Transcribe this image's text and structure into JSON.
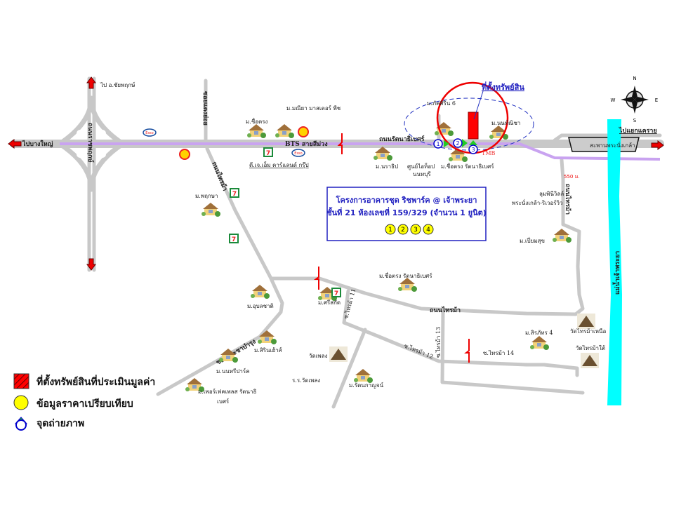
{
  "colors": {
    "road": "#c8c8c8",
    "bts_line": "#c9a3f0",
    "river": "#00ffff",
    "subject": "#ff0000",
    "info_box": "#2020c0",
    "comparable": "#ffff00",
    "photo_point": "#0000cc"
  },
  "directions": {
    "north_road": "ไป อ.ชัยพฤกษ์",
    "west": "ไปบางใหญ่",
    "east": "ไปแยกแคราย"
  },
  "roads": {
    "ratchaphruek": "ถนนราชพฤกษ์",
    "soi_daeng": "ซอยแดงย่อย",
    "bts": "BTS สายสีม่วง",
    "rattanathibet": "ถนนรัตนาธิเบศร์",
    "bridge": "สะพานพระนั่งเกล้า",
    "sai_ma_west": "ถนนไทรม้า",
    "sai_ma_east": "ถนนไทรม้า",
    "sai_ma_south": "ถนนไทรม้า",
    "soi_11": "ซ.ไทรม้า 11",
    "soi_12": "ซ.ไทรม้า 12",
    "soi_13": "ซ.ไทรม้า 13",
    "soi_14": "ซ.ไทรม้า 14",
    "soi_pracha": "ซอยประชาบำรุง",
    "distance": "550 ม."
  },
  "river": "แม่น้ำเจ้าพระยา",
  "landmarks": {
    "chue_trong_1": "ม.ชื่อตรง",
    "maneeya": "ม.มณียา มาสเตอร์ พีช",
    "djm": "ดี.เจ.เอ็ม คาร์แลนด์ กรุ๊ป",
    "phaksiri": "ม.ภัคศิริน 6",
    "non_nicha": "ม.นนท์ณิชา",
    "narathip": "ม.นราธิป",
    "it_top_1": "ศูนย์ไอท็อป",
    "it_top_2": "นนทบุรี",
    "chue_trong_2": "ม.ชื่อตรง รัตนาธิเบศร์",
    "lumpini_1": "ลุมพินีวิลล์",
    "lumpini_2": "พระนั่งเกล้า-ริเวอร์วิว",
    "piam_suk": "ม.เปี่ยมสุข",
    "pruksa": "ม.พฤกษา",
    "ubon": "ม.อุบลชาติ",
    "srisakat": "ม.ศรีสกัด",
    "chue_trong_3": "ม.ชื่อตรง รัตนาธิเบศร์",
    "sirin": "ม.สิรินเฮ้าส์",
    "nonsri": "ม.นนทรีปาร์ค",
    "perfect_1": "ม.เพอร์เฟคเพลส รัตนาธิ",
    "perfect_2": "เบศร์",
    "wat_phleng": "วัดเพลง",
    "school": "ร.ร.วัดเพลง",
    "rattana": "ม.รัตนกาญจน์",
    "siraphat": "ม.สิรภัทร 4",
    "wat_north": "วัดไทรม้าเหนือ",
    "wat_south": "วัดไทรม้าใต้",
    "tmb": "TMB"
  },
  "subject_label": "ที่ตั้งทรัพย์สิน",
  "info_box": {
    "line1": "โครงการอาคารชุด ริชพาร์ค @ เจ้าพระยา",
    "line2": "ชั้นที่ 21 ห้องเลขที่ 159/329 (จำนวน 1 ยูนิต)",
    "comparables": [
      "1",
      "2",
      "3",
      "4"
    ]
  },
  "photo_points": [
    "1",
    "2",
    "3"
  ],
  "compass": {
    "n": "N",
    "s": "S",
    "e": "E",
    "w": "W"
  },
  "legend": [
    {
      "icon": "hatched-red-square-icon",
      "label": "ที่ตั้งทรัพย์สินที่ประเมินมูลค่า"
    },
    {
      "icon": "yellow-circle-icon",
      "label": "ข้อมูลราคาเปรียบเทียบ"
    },
    {
      "icon": "photo-point-icon",
      "label": "จุดถ่ายภาพ"
    }
  ]
}
